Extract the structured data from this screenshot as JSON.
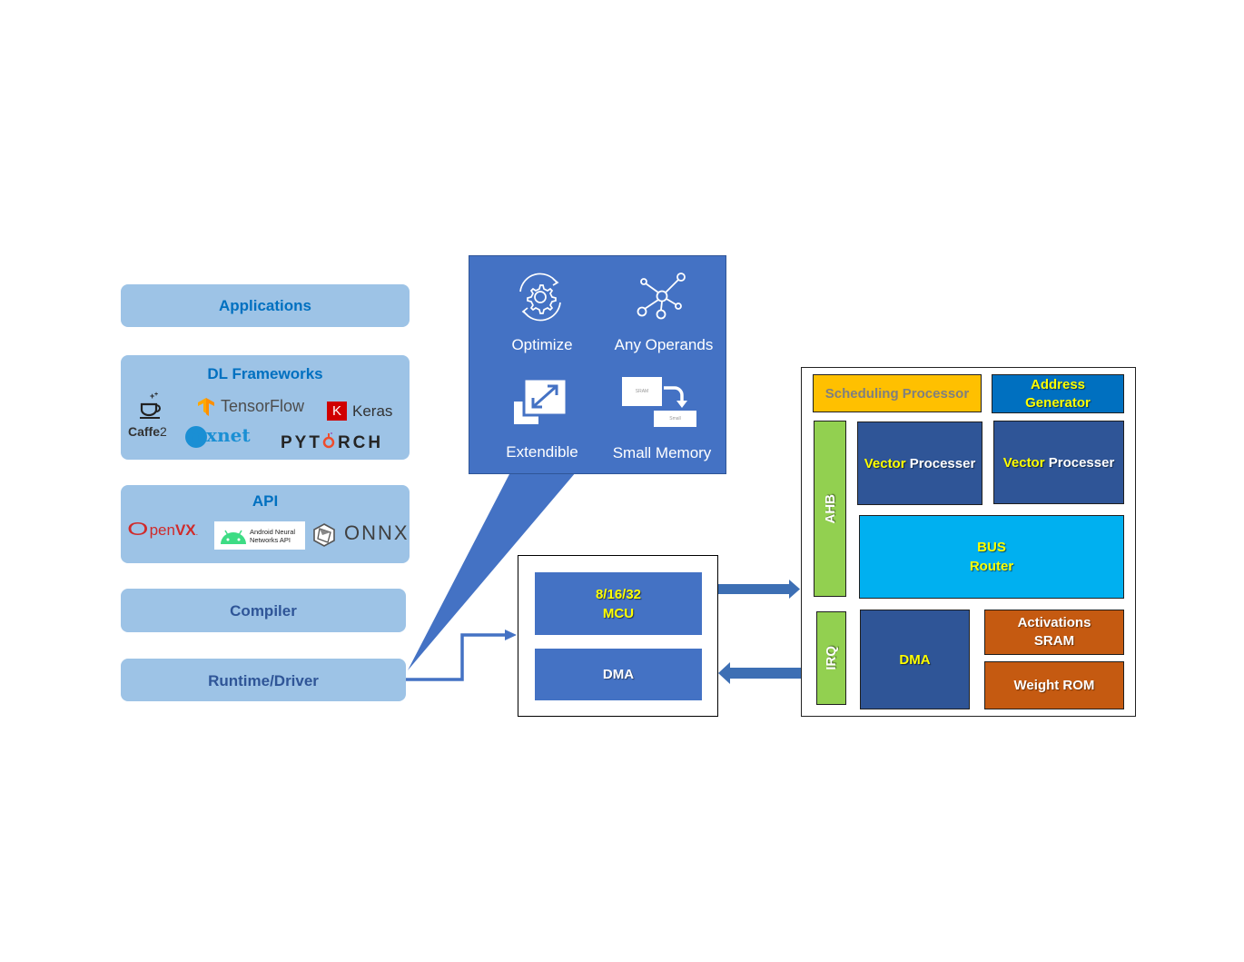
{
  "software_stack": {
    "applications": {
      "label": "Applications"
    },
    "dl_frameworks": {
      "label": "DL Frameworks",
      "logos": [
        {
          "name": "Caffe2",
          "label_main": "Caffe",
          "label_suffix": "2"
        },
        {
          "name": "TensorFlow",
          "label": "TensorFlow"
        },
        {
          "name": "Keras",
          "badge": "K",
          "label": "Keras"
        },
        {
          "name": "mxnet",
          "label": "mxnet"
        },
        {
          "name": "PyTorch",
          "label_left": "PYT",
          "label_right": "RCH"
        }
      ]
    },
    "api": {
      "label": "API",
      "logos": [
        {
          "name": "OpenVX",
          "label_o": "O",
          "label_pen": "pen",
          "label_vx": "VX",
          "tm": "."
        },
        {
          "name": "Android Neural Networks API",
          "line1": "Android Neural",
          "line2": "Networks API"
        },
        {
          "name": "ONNX",
          "label": "ONNX"
        }
      ]
    },
    "compiler": {
      "label": "Compiler"
    },
    "runtime_driver": {
      "label": "Runtime/Driver"
    }
  },
  "features_callout": {
    "items": [
      {
        "label": "Optimize",
        "icon": "gear-cycle-icon"
      },
      {
        "label": "Any Operands",
        "icon": "network-nodes-icon"
      },
      {
        "label": "Extendible",
        "icon": "expand-icon"
      },
      {
        "label": "Small Memory",
        "icon": "memory-shrink-icon",
        "from": "SRAM",
        "to": "Small"
      }
    ]
  },
  "mcu_unit": {
    "mcu": {
      "line1": "8/16/32",
      "line2": "MCU"
    },
    "dma": {
      "label": "DMA"
    }
  },
  "accelerator": {
    "scheduling_processor": {
      "label": "Scheduling Processor"
    },
    "address_generator": {
      "line1": "Address",
      "line2": "Generator"
    },
    "ahb": {
      "label": "AHB"
    },
    "vector_processors": [
      {
        "word1": "Vector",
        "word2": "Processer"
      },
      {
        "word1": "Vector",
        "word2": "Processer"
      }
    ],
    "bus_router": {
      "line1": "BUS",
      "line2": "Router"
    },
    "irq": {
      "label": "IRQ"
    },
    "dma": {
      "label": "DMA"
    },
    "activations_sram": {
      "line1": "Activations",
      "line2": "SRAM"
    },
    "weight_rom": {
      "label": "Weight ROM"
    }
  },
  "colors": {
    "layer_bg": "#9dc3e6",
    "callout_bg": "#4472c4",
    "scheduling": "#ffc000",
    "address_gen": "#0070c0",
    "vector": "#2f5597",
    "bus_router": "#00b0f0",
    "green": "#92d050",
    "orange": "#c55a11",
    "highlight_text": "#ffff00"
  }
}
